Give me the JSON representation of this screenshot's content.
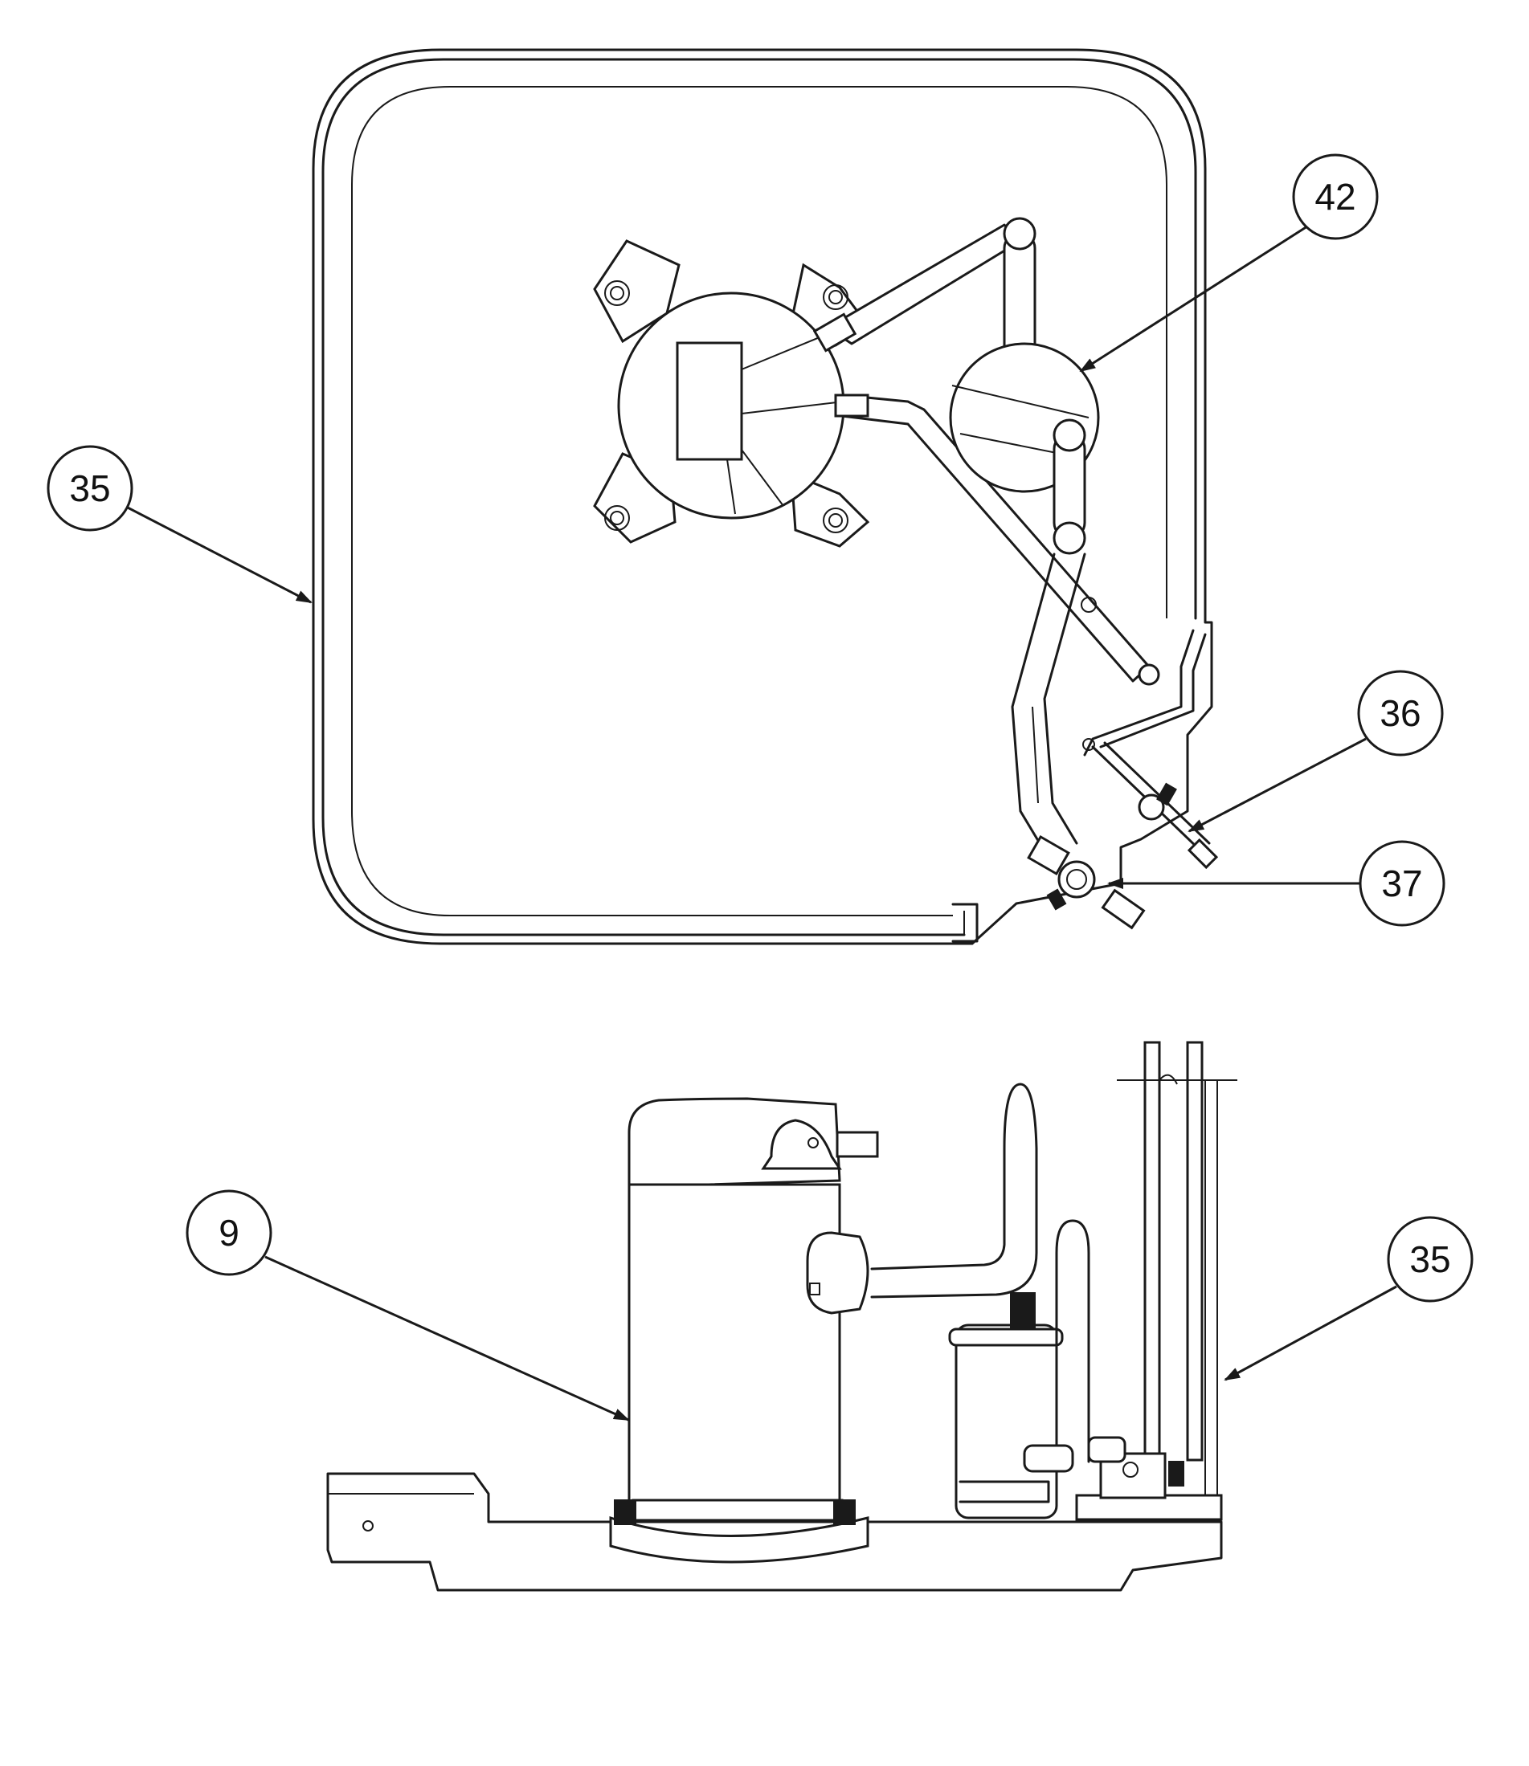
{
  "callouts": [
    {
      "id": "c35a",
      "label": "35"
    },
    {
      "id": "c42",
      "label": "42"
    },
    {
      "id": "c36",
      "label": "36"
    },
    {
      "id": "c37",
      "label": "37"
    },
    {
      "id": "c9",
      "label": "9"
    },
    {
      "id": "c35b",
      "label": "35"
    }
  ],
  "colors": {
    "line": "#1a1a1a",
    "paper": "#ffffff"
  }
}
